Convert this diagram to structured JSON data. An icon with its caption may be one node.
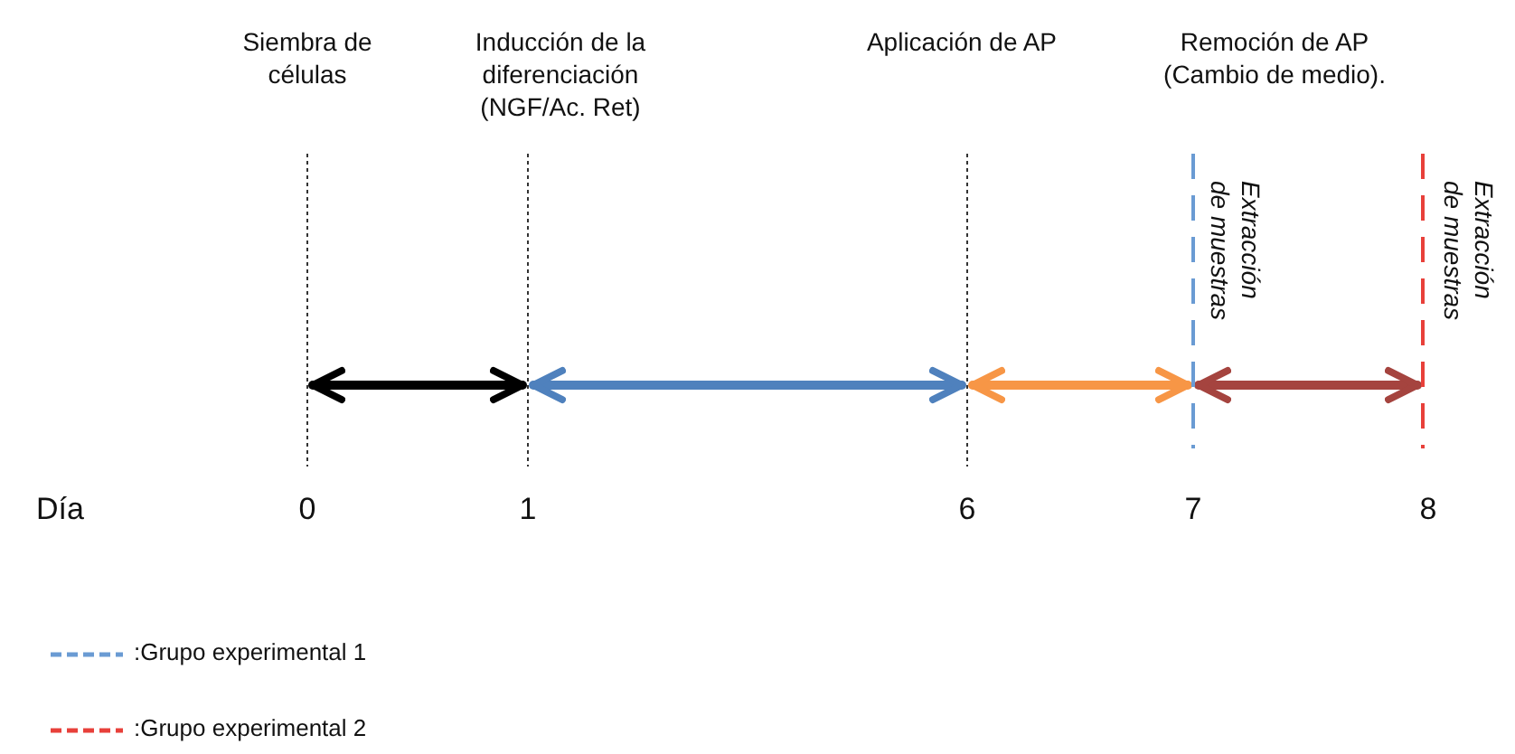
{
  "diagram": {
    "nodes": [
      {
        "text": [],
        "shape": "line",
        "beside": [
          "Siembra de células"
        ]
      },
      {
        "text": [],
        "shape": "line",
        "beside": [
          "Inducción de la diferenciación (NGF/Ac. Ret)"
        ]
      },
      {
        "text": [],
        "shape": "line",
        "beside": [
          "Aplicación de AP"
        ]
      },
      {
        "text": [],
        "shape": "line",
        "beside": [
          "Remoción de AP (Cambio de medio).",
          "Extracción de muestras"
        ]
      },
      {
        "text": [],
        "shape": "line",
        "beside": [
          "Extracción de muestras"
        ]
      }
    ],
    "edges": [
      {
        "from": 0,
        "to": 1,
        "arrow": "both",
        "color": "#000000"
      },
      {
        "from": 1,
        "to": 2,
        "arrow": "both",
        "color": "#4f81bd"
      },
      {
        "from": 2,
        "to": 3,
        "arrow": "both",
        "color": "#f79646"
      },
      {
        "from": 3,
        "to": 4,
        "arrow": "both",
        "color": "#a5443f"
      }
    ],
    "labels": [
      "Día",
      "0",
      "1",
      "6",
      "7",
      "8"
    ],
    "legend": [
      {
        "text": ":Grupo experimental 1"
      },
      {
        "text": ":Grupo experimental 2"
      }
    ]
  }
}
